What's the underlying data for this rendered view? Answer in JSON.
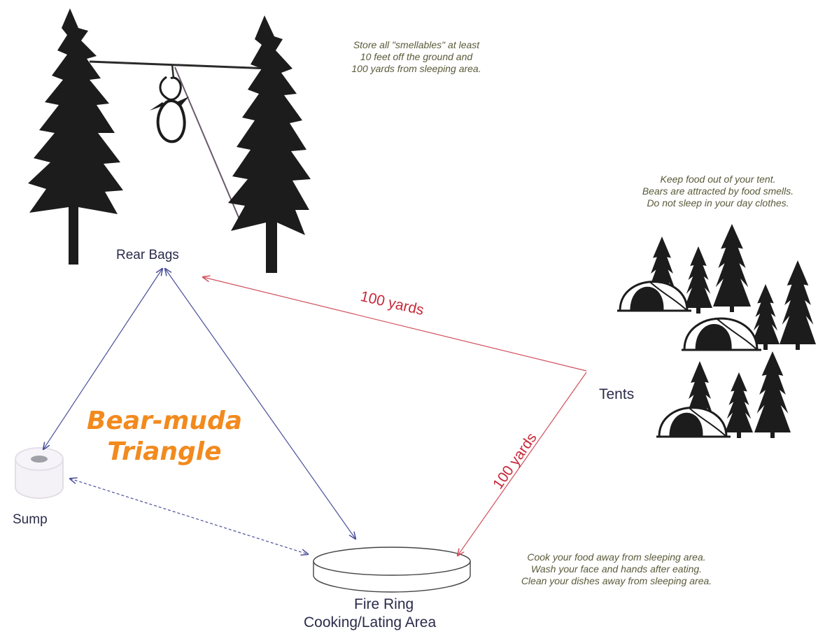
{
  "title": [
    "Bear-muda",
    "Triangle"
  ],
  "labels": {
    "bear_bags": "Rear Bags",
    "tents": "Tents",
    "sump": "Sump",
    "fire_ring": "Fire Ring",
    "cooking_area": "Cooking/Lating Area"
  },
  "distances": {
    "bags_to_tents": "100 yards",
    "tents_to_fire": "100 yards"
  },
  "notes": {
    "bags": [
      "Store all \"smellables\" at least",
      "10 feet off the ground and",
      "100 yards from sleeping area."
    ],
    "tents": [
      "Keep food out of your tent.",
      "Bears are attracted by food smells.",
      "Do not sleep in your day clothes."
    ],
    "fire": [
      "Cook your food away from sleeping area.",
      "Wash your face and hands after eating.",
      "Clean your dishes away from sleeping area."
    ]
  },
  "colors": {
    "blue_arrow": "#4a4f9a",
    "red_arrow": "#d2505f",
    "title": "#f28a1e",
    "tree": "#1c1c1c"
  },
  "icons": [
    "pine-tree-icon",
    "bear-bag-icon",
    "tent-icon",
    "sump-icon",
    "fire-ring-icon"
  ]
}
